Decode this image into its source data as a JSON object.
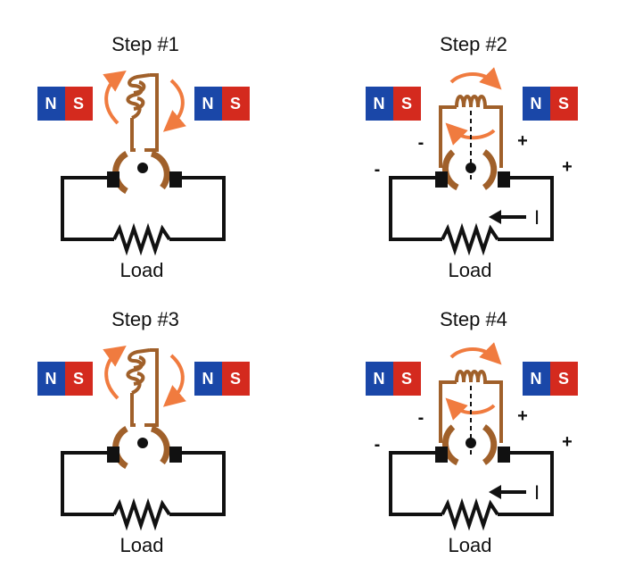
{
  "colors": {
    "north": "#1a47a8",
    "south": "#d42a1e",
    "winding": "#a0602a",
    "arrow": "#f07b3f",
    "wire": "#111111"
  },
  "magnet_labels": {
    "north": "N",
    "south": "S"
  },
  "panels": [
    {
      "title": "Step #1",
      "load_label": "Load",
      "magnets": [
        "N",
        "S"
      ],
      "orientation": "vertical"
    },
    {
      "title": "Step #2",
      "load_label": "Load",
      "magnets": [
        "N",
        "S"
      ],
      "orientation": "horizontal",
      "polarity": {
        "inner_minus": "-",
        "inner_plus": "+",
        "outer_minus": "-",
        "outer_plus": "+"
      },
      "current_label": "I"
    },
    {
      "title": "Step #3",
      "load_label": "Load",
      "magnets": [
        "N",
        "S"
      ],
      "orientation": "vertical"
    },
    {
      "title": "Step #4",
      "load_label": "Load",
      "magnets": [
        "N",
        "S"
      ],
      "orientation": "horizontal",
      "polarity": {
        "inner_minus": "-",
        "inner_plus": "+",
        "outer_minus": "-",
        "outer_plus": "+"
      },
      "current_label": "I"
    }
  ]
}
